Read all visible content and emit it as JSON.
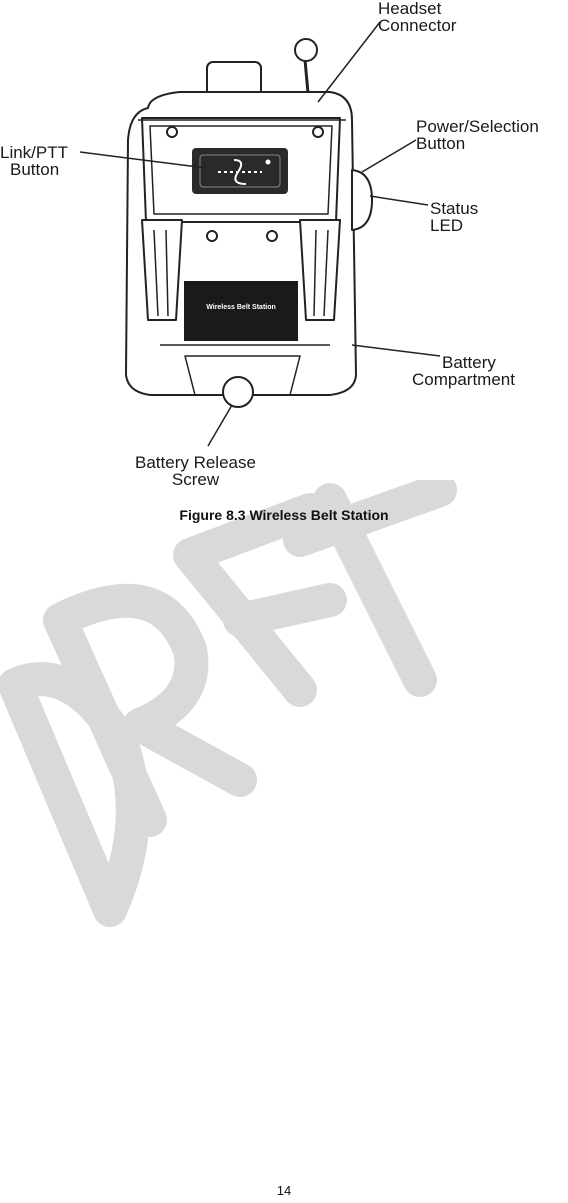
{
  "figure": {
    "callouts": {
      "headset_connector": [
        "Headset",
        "Connector"
      ],
      "power_selection": [
        "Power/Selection",
        "Button"
      ],
      "link_ptt": [
        "Link/PTT",
        "Button"
      ],
      "status_led": [
        "Status",
        "LED"
      ],
      "battery_compartment": [
        "Battery",
        "Compartment"
      ],
      "battery_release_screw": [
        "Battery Release",
        "Screw"
      ]
    },
    "device_label": "Wireless Belt Station",
    "caption": "Figure 8.3 Wireless Belt Station"
  },
  "watermark": {
    "text": "DRAFT",
    "color": "#d9d9d9"
  },
  "footer": {
    "page_number": "14"
  }
}
